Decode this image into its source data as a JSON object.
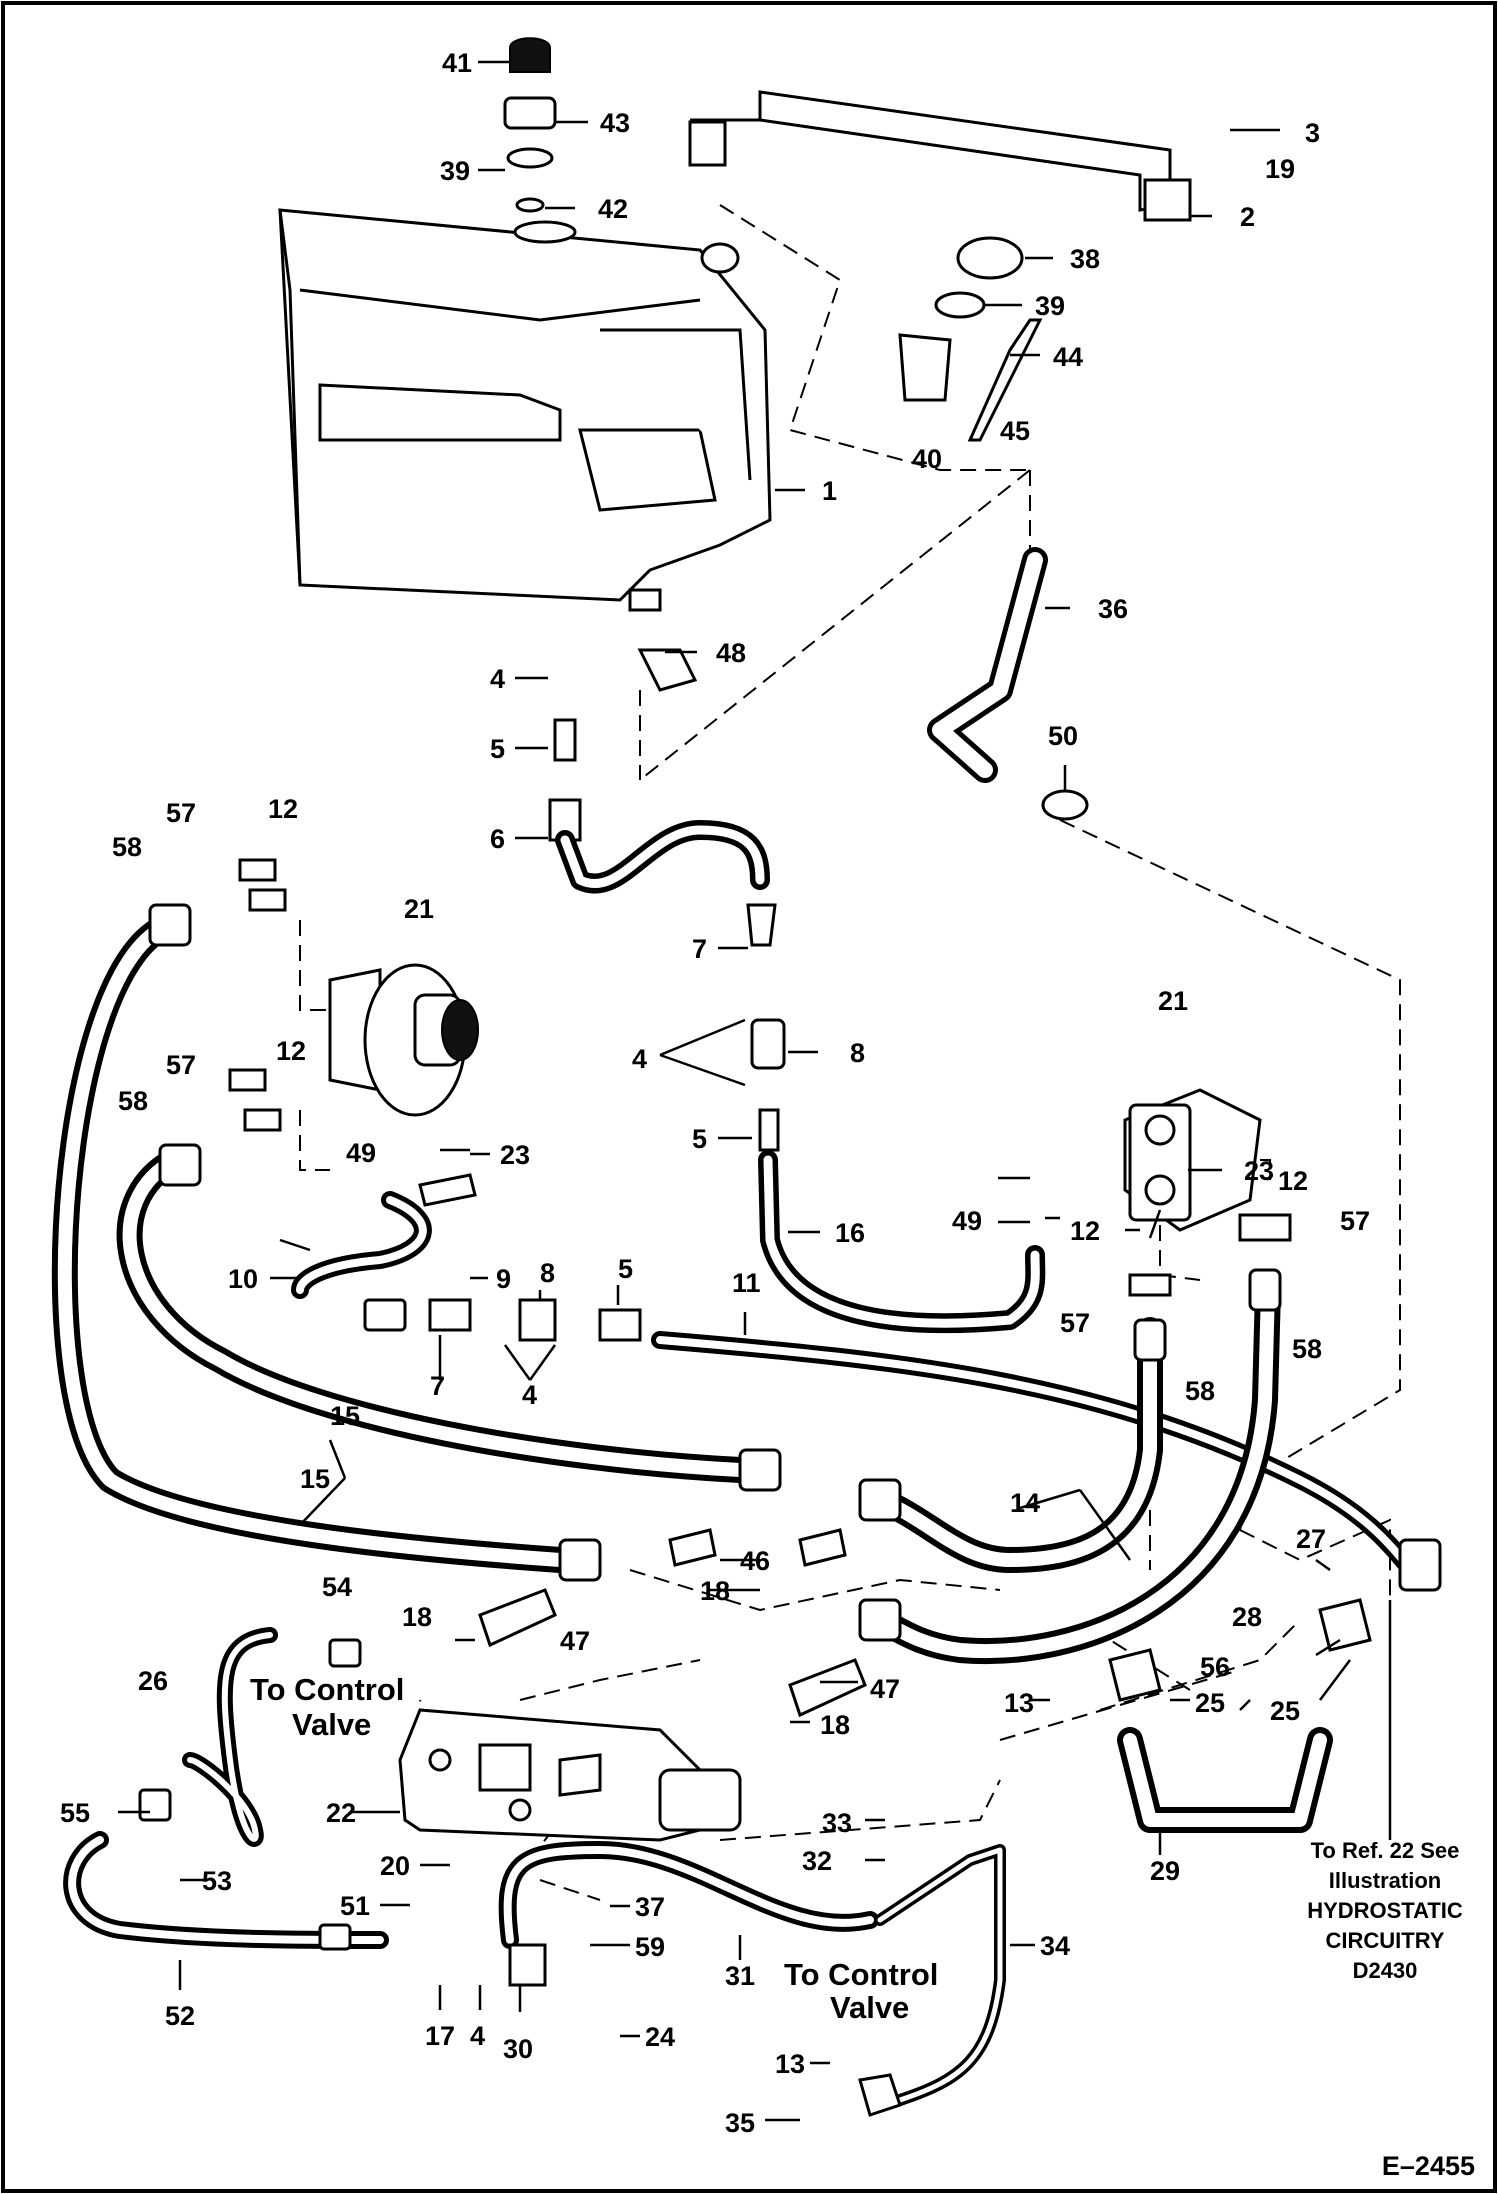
{
  "diagram": {
    "figure_id": "E–2455",
    "callouts": [
      {
        "n": "41"
      },
      {
        "n": "43"
      },
      {
        "n": "39"
      },
      {
        "n": "42"
      },
      {
        "n": "3"
      },
      {
        "n": "19"
      },
      {
        "n": "2"
      },
      {
        "n": "38"
      },
      {
        "n": "39"
      },
      {
        "n": "44"
      },
      {
        "n": "40"
      },
      {
        "n": "45"
      },
      {
        "n": "1"
      },
      {
        "n": "36"
      },
      {
        "n": "4"
      },
      {
        "n": "48"
      },
      {
        "n": "5"
      },
      {
        "n": "50"
      },
      {
        "n": "6"
      },
      {
        "n": "57"
      },
      {
        "n": "12"
      },
      {
        "n": "58"
      },
      {
        "n": "21"
      },
      {
        "n": "7"
      },
      {
        "n": "21"
      },
      {
        "n": "4"
      },
      {
        "n": "8"
      },
      {
        "n": "57"
      },
      {
        "n": "12"
      },
      {
        "n": "58"
      },
      {
        "n": "5"
      },
      {
        "n": "23"
      },
      {
        "n": "12"
      },
      {
        "n": "49"
      },
      {
        "n": "23"
      },
      {
        "n": "49"
      },
      {
        "n": "16"
      },
      {
        "n": "12"
      },
      {
        "n": "57"
      },
      {
        "n": "10"
      },
      {
        "n": "9"
      },
      {
        "n": "8"
      },
      {
        "n": "5"
      },
      {
        "n": "11"
      },
      {
        "n": "57"
      },
      {
        "n": "58"
      },
      {
        "n": "58"
      },
      {
        "n": "7"
      },
      {
        "n": "4"
      },
      {
        "n": "15"
      },
      {
        "n": "15"
      },
      {
        "n": "14"
      },
      {
        "n": "46"
      },
      {
        "n": "18"
      },
      {
        "n": "27"
      },
      {
        "n": "54"
      },
      {
        "n": "18"
      },
      {
        "n": "47"
      },
      {
        "n": "28"
      },
      {
        "n": "26"
      },
      {
        "n": "56"
      },
      {
        "n": "25"
      },
      {
        "n": "25"
      },
      {
        "n": "47"
      },
      {
        "n": "13"
      },
      {
        "n": "18"
      },
      {
        "n": "22"
      },
      {
        "n": "55"
      },
      {
        "n": "53"
      },
      {
        "n": "33"
      },
      {
        "n": "32"
      },
      {
        "n": "29"
      },
      {
        "n": "20"
      },
      {
        "n": "51"
      },
      {
        "n": "37"
      },
      {
        "n": "59"
      },
      {
        "n": "31"
      },
      {
        "n": "34"
      },
      {
        "n": "52"
      },
      {
        "n": "17"
      },
      {
        "n": "4"
      },
      {
        "n": "30"
      },
      {
        "n": "24"
      },
      {
        "n": "13"
      },
      {
        "n": "35"
      }
    ],
    "annotations": {
      "control_valve_1": [
        "To Control",
        "Valve"
      ],
      "control_valve_2": [
        "To  Control",
        "Valve"
      ],
      "reference": [
        "To Ref. 22 See",
        "Illustration",
        "HYDROSTATIC",
        "CIRCUITRY",
        "D2430"
      ]
    }
  }
}
